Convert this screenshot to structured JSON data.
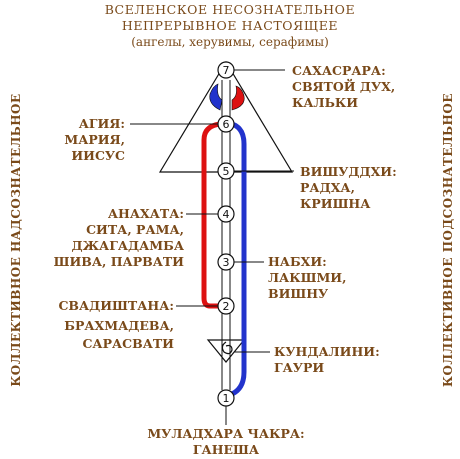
{
  "header": {
    "line1": "ВСЕЛЕНСКОЕ НЕСОЗНАТЕЛЬНОЕ",
    "line2": "НЕПРЕРЫВНОЕ НАСТОЯЩЕЕ",
    "line3": "(ангелы, херувимы, серафимы)"
  },
  "side_left": "КОЛЛЕКТИВНОЕ НАДСОЗНАТЕЛЬНОЕ",
  "side_right": "КОЛЛЕКТИВНОЕ ПОДСОЗНАТЕЛЬНОЕ",
  "chakras": [
    {
      "num": "1",
      "lines": [
        "МУЛАДХАРА ЧАКРА:",
        "ГАНЕША"
      ]
    },
    {
      "num": "2",
      "lines": [
        "СВАДИШТАНА:",
        "БРАХМАДЕВА,",
        "САРАСВАТИ"
      ]
    },
    {
      "num": "3",
      "lines": [
        "НАБХИ:",
        "ЛАКШМИ,",
        "ВИШНУ"
      ]
    },
    {
      "num": "4",
      "lines": [
        "АНАХАТА:",
        "СИТА, РАМА,",
        "ДЖАГАДАМБА",
        "ШИВА, ПАРВАТИ"
      ]
    },
    {
      "num": "5",
      "lines": [
        "ВИШУДДХИ:",
        "РАДХА,",
        "КРИШНА"
      ]
    },
    {
      "num": "6",
      "lines": [
        "АГИЯ:",
        "МАРИЯ,",
        "ИИСУС"
      ]
    },
    {
      "num": "7",
      "lines": [
        "САХАСРАРА:",
        "СВЯТОЙ ДУХ,",
        "КАЛЬКИ"
      ]
    }
  ],
  "kundalini": [
    "КУНДАЛИНИ:",
    "ГАУРИ"
  ],
  "colors": {
    "text": "#7a4a1a",
    "left_channel": "#2233cc",
    "right_channel": "#dd1111",
    "line": "#111111"
  }
}
